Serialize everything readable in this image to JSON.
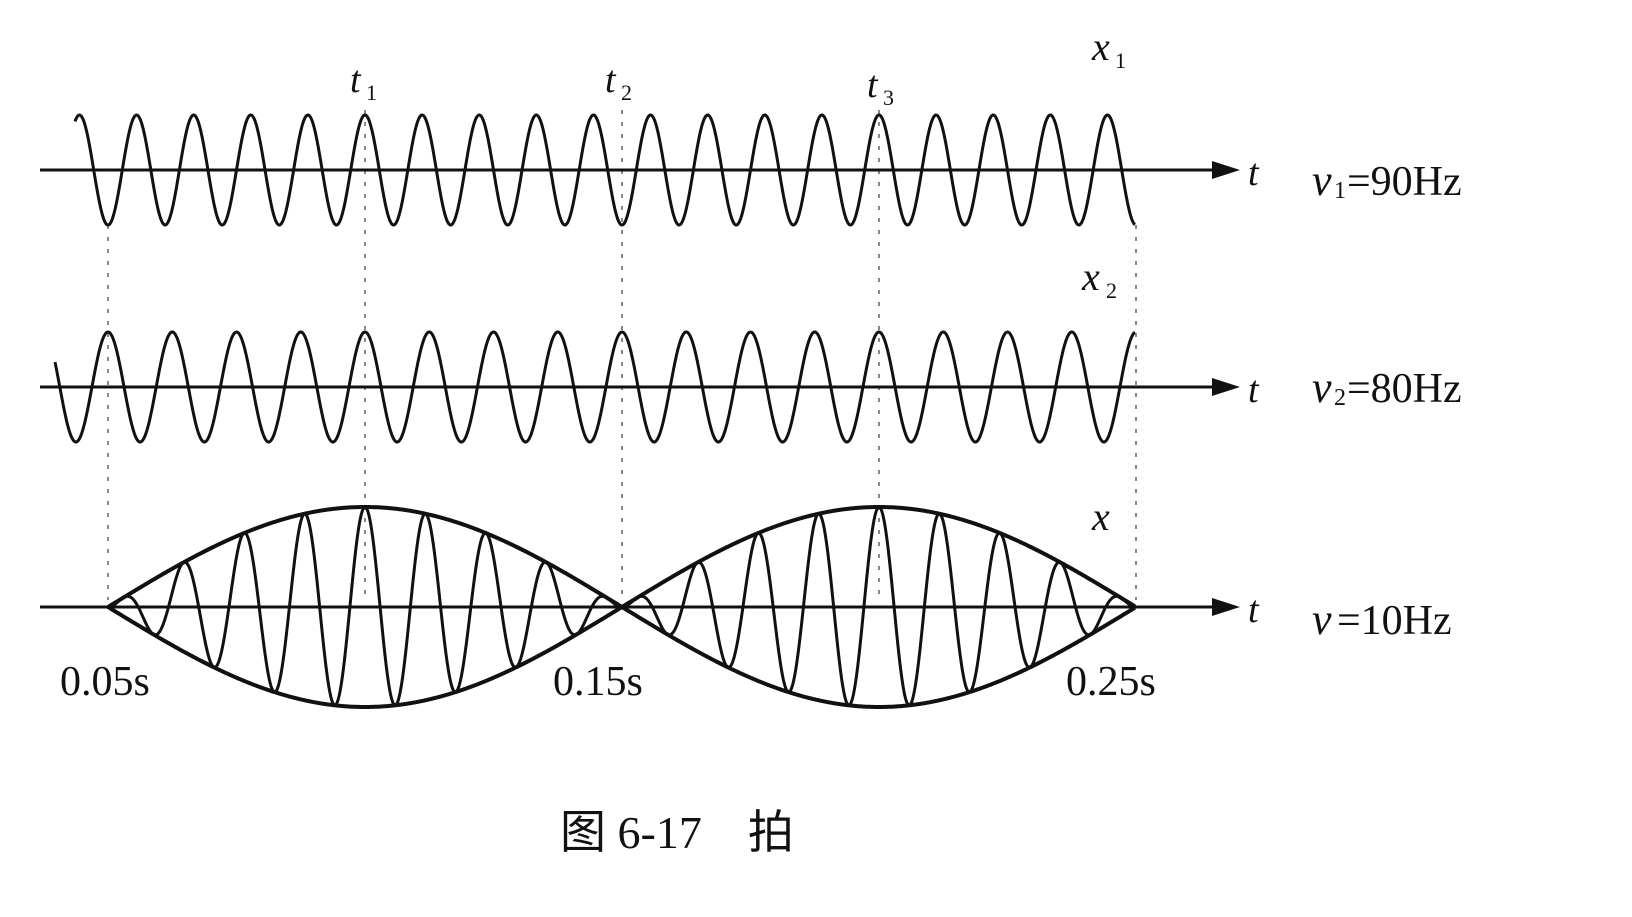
{
  "figure": {
    "caption": "图 6-17    拍",
    "time_axis_label": "t",
    "markers": {
      "t1": "t",
      "t1_sub": "1",
      "t2": "t",
      "t2_sub": "2",
      "t3": "t",
      "t3_sub": "3"
    },
    "waves": [
      {
        "name": "x",
        "sub": "1",
        "freq_label": "v",
        "freq_sub": "1",
        "freq_value": "=90Hz",
        "frequency_hz": 90
      },
      {
        "name": "x",
        "sub": "2",
        "freq_label": "v",
        "freq_sub": "2",
        "freq_value": "=80Hz",
        "frequency_hz": 80
      },
      {
        "name": "x",
        "sub": "",
        "freq_label": "v",
        "freq_sub": "",
        "freq_value": "=10Hz",
        "frequency_hz": 10
      }
    ],
    "time_ticks": [
      "0.05s",
      "0.15s",
      "0.25s"
    ],
    "marker_times": [
      0.05,
      0.1,
      0.15,
      0.2,
      0.25
    ]
  }
}
